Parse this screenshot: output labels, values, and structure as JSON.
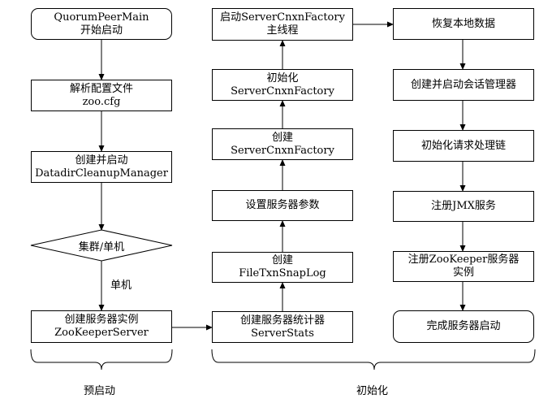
{
  "preboot": {
    "main": {
      "line1": "QuorumPeerMain",
      "line2": "开始启动"
    },
    "parse": {
      "line1": "解析配置文件",
      "line2": "zoo.cfg"
    },
    "cleanup": {
      "line1": "创建并启动",
      "line2": "DatadirCleanupManager"
    },
    "decision": "集群/单机",
    "standalone_label": "单机",
    "server": {
      "line1": "创建服务器实例",
      "line2": "ZooKeeperServer"
    }
  },
  "init": {
    "stats": {
      "line1": "创建服务器统计器",
      "line2": "ServerStats"
    },
    "snaplog": {
      "line1": "创建",
      "line2": "FileTxnSnapLog"
    },
    "params": "设置服务器参数",
    "create_factory": {
      "line1": "创建",
      "line2": "ServerCnxnFactory"
    },
    "init_factory": {
      "line1": "初始化",
      "line2": "ServerCnxnFactory"
    },
    "start_factory": {
      "line1": "启动ServerCnxnFactory",
      "line2": "主线程"
    }
  },
  "post": {
    "restore": "恢复本地数据",
    "session": "创建并启动会话管理器",
    "chain": "初始化请求处理链",
    "jmx": "注册JMX服务",
    "register": {
      "line1": "注册ZooKeeper服务器",
      "line2": "实例"
    },
    "done": "完成服务器启动"
  },
  "phases": {
    "preboot": "预启动",
    "init": "初始化"
  }
}
